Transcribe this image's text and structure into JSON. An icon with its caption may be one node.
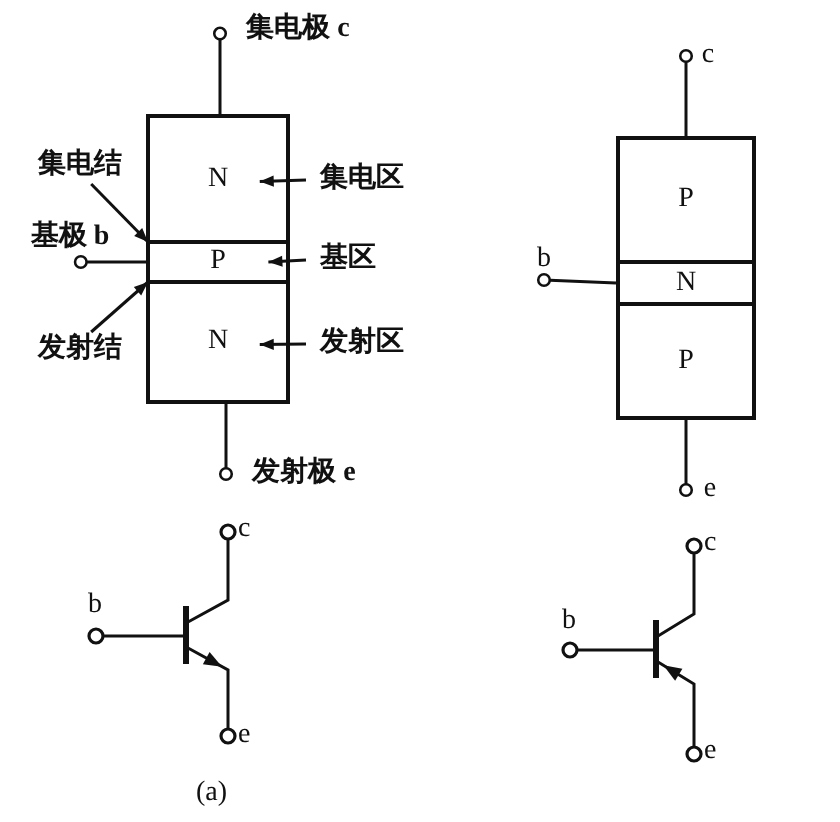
{
  "diagram": {
    "nodes": [
      {
        "text": [
          "N"
        ]
      },
      {
        "text": [
          "P"
        ]
      },
      {
        "text": [
          "N"
        ]
      },
      {
        "text": [
          "集电区"
        ]
      },
      {
        "text": [
          "基区"
        ]
      },
      {
        "text": [
          "发射区"
        ]
      },
      {
        "text": [
          "集电结"
        ]
      },
      {
        "text": [
          "基极 b"
        ]
      },
      {
        "text": [
          "发射结"
        ]
      },
      {
        "text": [
          "集电极 c"
        ]
      },
      {
        "text": [
          "发射极 e"
        ]
      },
      {
        "text": [
          "P"
        ]
      },
      {
        "text": [
          "N"
        ]
      },
      {
        "text": [
          "P"
        ]
      },
      {
        "text": [
          "c"
        ]
      },
      {
        "text": [
          "b"
        ]
      },
      {
        "text": [
          "e"
        ]
      }
    ],
    "edges": [
      {
        "from": 3,
        "to": 0,
        "arrow": "to"
      },
      {
        "from": 4,
        "to": 1,
        "arrow": "to"
      },
      {
        "from": 5,
        "to": 2,
        "arrow": "to"
      },
      {
        "from": 6,
        "to": 1,
        "arrow": "to"
      },
      {
        "from": 8,
        "to": 1,
        "arrow": "to"
      },
      {
        "from": 0,
        "to": 9,
        "arrow": "other"
      },
      {
        "from": 1,
        "to": 7,
        "arrow": "other"
      },
      {
        "from": 2,
        "to": 10,
        "arrow": "other"
      },
      {
        "from": 11,
        "to": 14,
        "arrow": "other"
      },
      {
        "from": 12,
        "to": 15,
        "arrow": "other"
      },
      {
        "from": 13,
        "to": 16,
        "arrow": "other"
      }
    ],
    "labels": [
      "c",
      "b",
      "e",
      "(a)",
      "c",
      "b",
      "e"
    ]
  }
}
